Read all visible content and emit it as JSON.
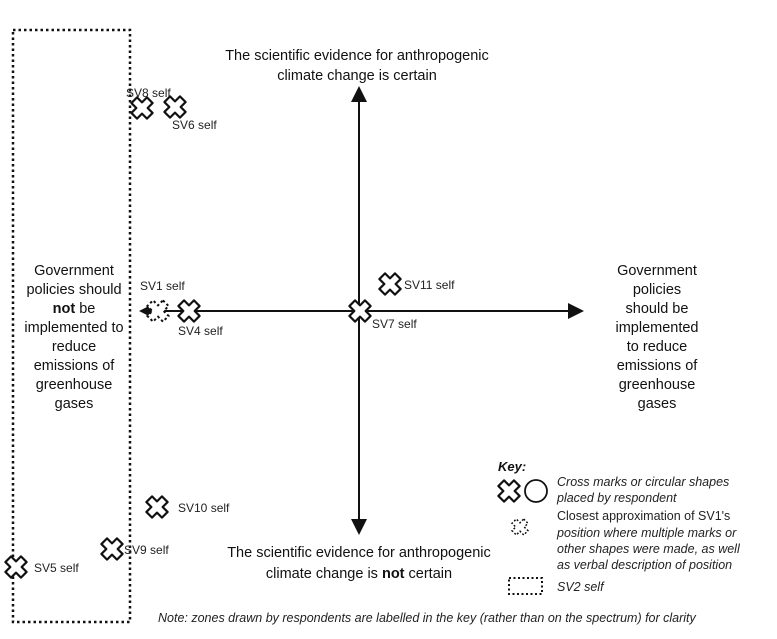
{
  "axes": {
    "top": [
      "The scientific evidence for anthropogenic",
      "climate change is certain"
    ],
    "bottom_line1": "The scientific evidence for anthropogenic",
    "bottom_line2_pre": "climate change is ",
    "bottom_line2_bold": "not",
    "bottom_line2_post": " certain",
    "left": [
      "Government",
      "policies should",
      "not",
      "be",
      "implemented to",
      "reduce",
      "emissions of",
      "greenhouse",
      "gases"
    ],
    "right": [
      "Government",
      "policies",
      "should be",
      "implemented",
      "to reduce",
      "emissions of",
      "greenhouse",
      "gases"
    ]
  },
  "marks": [
    {
      "label": "SV8 self",
      "style": "solid"
    },
    {
      "label": "SV6 self",
      "style": "solid"
    },
    {
      "label": "SV11 self",
      "style": "solid"
    },
    {
      "label": "SV7 self",
      "style": "solid"
    },
    {
      "label": "SV1 self",
      "style": "dashed"
    },
    {
      "label": "SV4 self",
      "style": "solid"
    },
    {
      "label": "SV10 self",
      "style": "solid"
    },
    {
      "label": "SV9 self",
      "style": "solid"
    },
    {
      "label": "SV5 self",
      "style": "solid"
    }
  ],
  "key": {
    "title": "Key:",
    "item1": [
      "Cross marks or circular shapes",
      "placed by respondent"
    ],
    "item2_plain": "Closest approximation of SV1's",
    "item2_italic": [
      "position where multiple marks or",
      "other shapes were made, as well",
      "as verbal description of position"
    ],
    "item3": "SV2 self"
  },
  "note": "Note: zones drawn by respondents are labelled in the key (rather than on the spectrum) for clarity"
}
